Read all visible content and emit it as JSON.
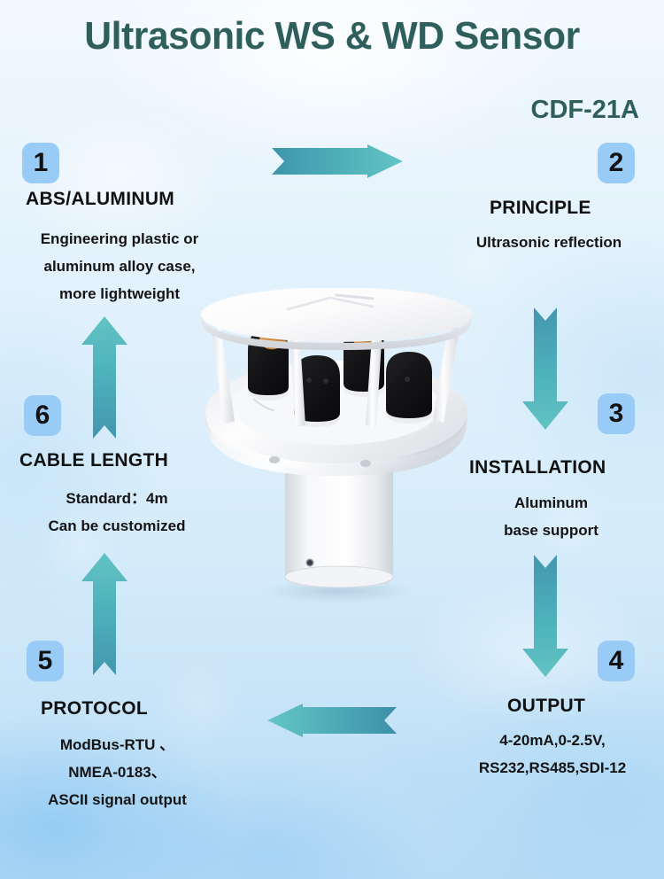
{
  "header": {
    "title": "Ultrasonic WS & WD Sensor",
    "model": "CDF-21A",
    "title_color": "#2f5f5c"
  },
  "theme": {
    "badge_bg": "#99cbf7",
    "badge_text": "#111111",
    "arrow_dark": "#3f9aae",
    "arrow_light": "#63c3c3",
    "background_top": "#f2f9fe",
    "background_bottom": "#b6dbf6",
    "heading_color": "#111111"
  },
  "sections": [
    {
      "number": "1",
      "heading": "ABS/ALUMINUM",
      "lines": [
        "Engineering plastic or",
        "aluminum alloy case,",
        "more lightweight"
      ]
    },
    {
      "number": "2",
      "heading": "PRINCIPLE",
      "lines": [
        "Ultrasonic reflection"
      ]
    },
    {
      "number": "3",
      "heading": "INSTALLATION",
      "lines": [
        "Aluminum",
        "base support"
      ]
    },
    {
      "number": "4",
      "heading": "OUTPUT",
      "lines": [
        "4-20mA,0-2.5V,",
        "RS232,RS485,SDI-12"
      ]
    },
    {
      "number": "5",
      "heading": "PROTOCOL",
      "lines": [
        "ModBus-RTU 、",
        "NMEA-0183、",
        "ASCII signal output"
      ]
    },
    {
      "number": "6",
      "heading": "CABLE LENGTH",
      "lines": [
        "Standard：4m",
        "Can be customized"
      ]
    }
  ],
  "arrows": [
    {
      "name": "arrow-right-top",
      "direction": "right"
    },
    {
      "name": "arrow-down-right-upper",
      "direction": "down"
    },
    {
      "name": "arrow-down-right-lower",
      "direction": "down"
    },
    {
      "name": "arrow-left-bottom",
      "direction": "left"
    },
    {
      "name": "arrow-up-left-lower",
      "direction": "up"
    },
    {
      "name": "arrow-up-left-upper",
      "direction": "up"
    }
  ],
  "product_image": {
    "alt": "Ultrasonic wind speed and wind direction sensor with four transducers under a round cap"
  }
}
